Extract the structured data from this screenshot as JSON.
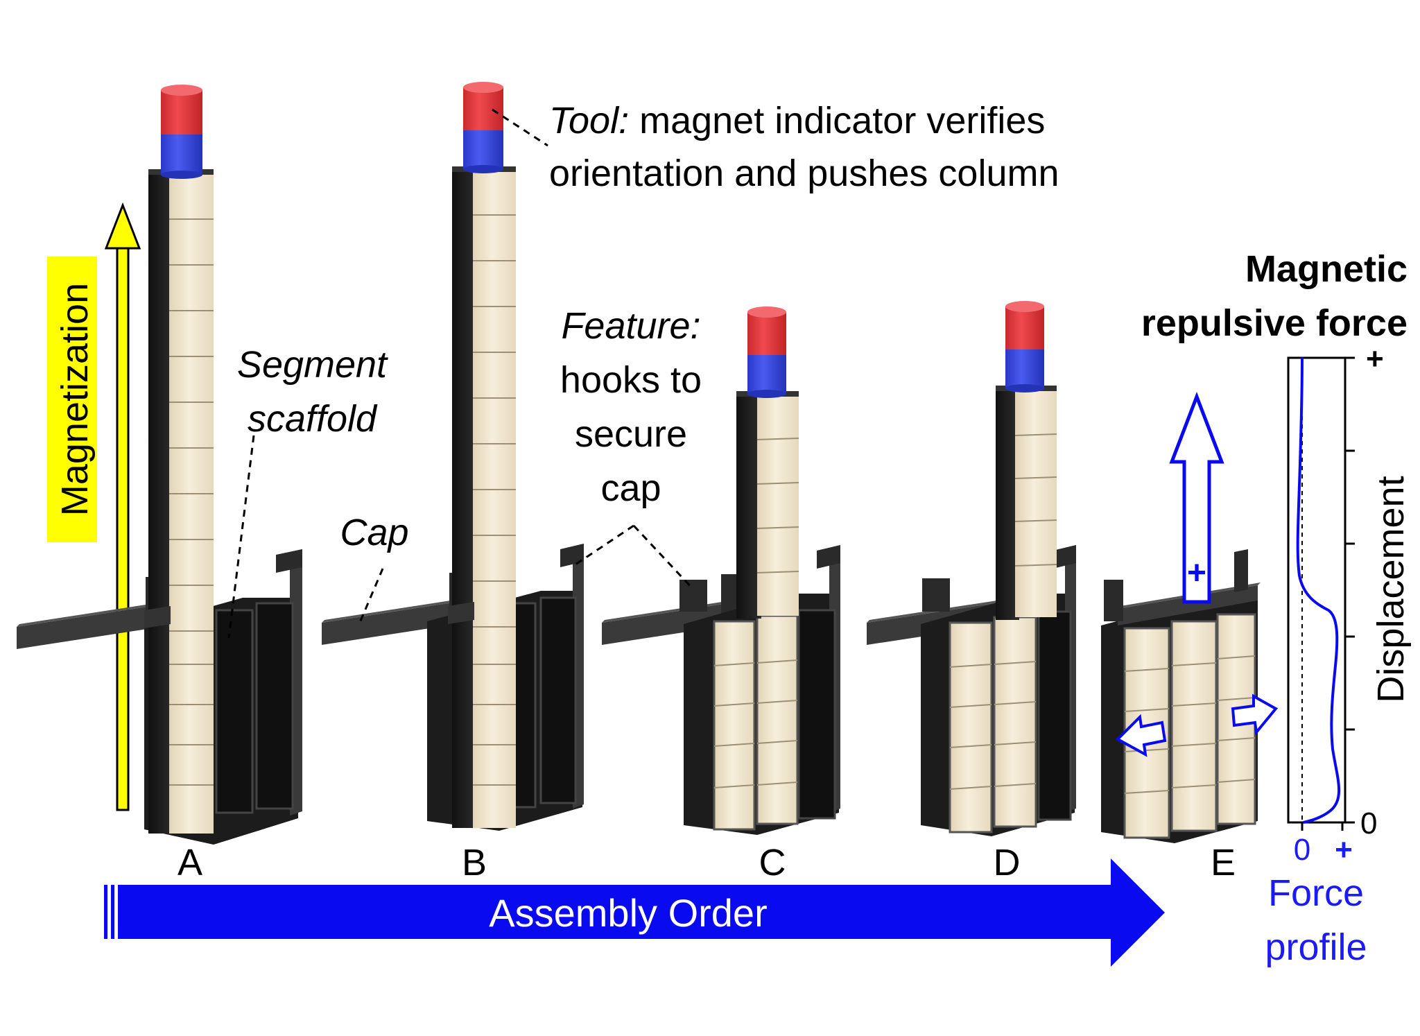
{
  "labels": {
    "magnetization": "Magnetization",
    "segment_scaffold_line1": "Segment",
    "segment_scaffold_line2": "scaffold",
    "cap": "Cap",
    "tool_prefix": "Tool:",
    "tool_line1_rest": " magnet indicator verifies",
    "tool_line2": "orientation and pushes column",
    "feature_line1": "Feature:",
    "feature_line2": "hooks to",
    "feature_line3": "secure",
    "feature_line4": "cap",
    "magnetic_line1": "Magnetic",
    "magnetic_line2": "repulsive force",
    "displacement": "Displacement",
    "force_line1": "Force",
    "force_line2": "profile",
    "assembly_order": "Assembly Order",
    "plus_sign": "+"
  },
  "stages": [
    "A",
    "B",
    "C",
    "D",
    "E"
  ],
  "axis": {
    "y_top": "+",
    "y_bottom": "0",
    "x_left": "0",
    "x_right": "+"
  },
  "colors": {
    "arrow_blue": "#0a0af0",
    "text_blue": "#1b1bf5",
    "magnet_red": "#e8383c",
    "magnet_blue": "#3347e6",
    "tile": "#efe4cc",
    "frame_dark": "#1c1c1c",
    "magnetization_yellow": "#ffff00"
  }
}
